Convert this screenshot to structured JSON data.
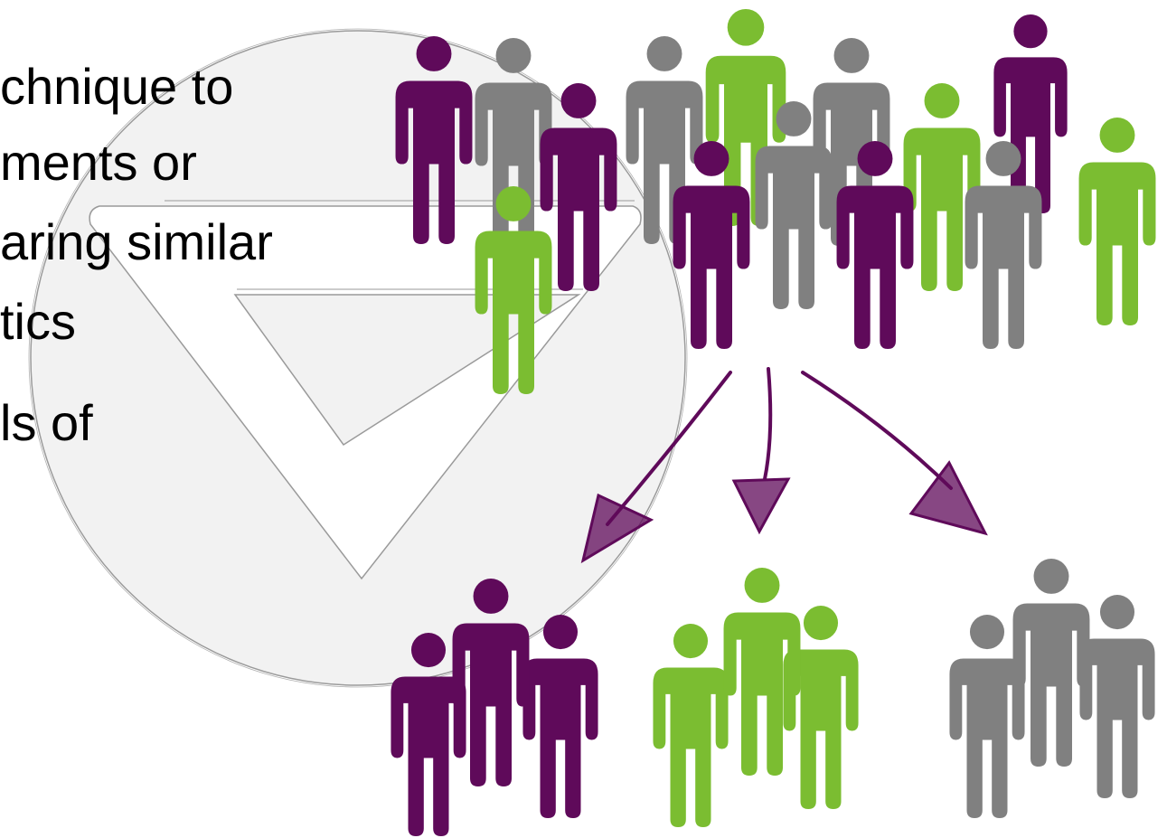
{
  "slide": {
    "text_lines": [
      "chnique to",
      "ments or",
      "aring similar",
      "tics",
      "ls of"
    ]
  },
  "colors": {
    "purple": "#5f0a5a",
    "green": "#7bbd31",
    "gray": "#808080",
    "watermark_fill": "#f2f2f2",
    "watermark_stroke": "#9a9a9a"
  },
  "icons": {
    "watermark": "circle-chevron-watermark",
    "person": "person-icon",
    "arrow": "hand-drawn-arrow-icon"
  }
}
